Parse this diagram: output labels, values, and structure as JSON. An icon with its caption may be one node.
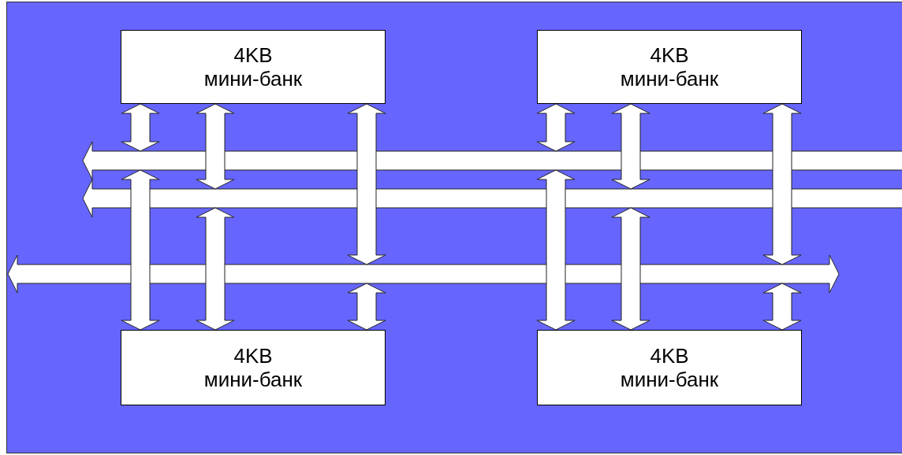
{
  "diagram": {
    "nodes": [
      {
        "text": [
          "4KB",
          "мини-банк"
        ]
      },
      {
        "text": [
          "4KB",
          "мини-банк"
        ]
      },
      {
        "text": [
          "4KB",
          "мини-банк"
        ]
      },
      {
        "text": [
          "4KB",
          "мини-банк"
        ]
      },
      {
        "text": [],
        "shape": "bar"
      },
      {
        "text": [],
        "shape": "bar"
      },
      {
        "text": [],
        "shape": "bar"
      }
    ],
    "edges": [
      {
        "from": 0,
        "to": 4,
        "arrow": "both"
      },
      {
        "from": 0,
        "to": 5,
        "arrow": "both"
      },
      {
        "from": 0,
        "to": 6,
        "arrow": "both"
      },
      {
        "from": 1,
        "to": 4,
        "arrow": "both"
      },
      {
        "from": 1,
        "to": 5,
        "arrow": "both"
      },
      {
        "from": 1,
        "to": 6,
        "arrow": "both"
      },
      {
        "from": 4,
        "to": 2,
        "arrow": "both"
      },
      {
        "from": 5,
        "to": 2,
        "arrow": "both"
      },
      {
        "from": 6,
        "to": 2,
        "arrow": "both"
      },
      {
        "from": 4,
        "to": 3,
        "arrow": "both"
      },
      {
        "from": 5,
        "to": 3,
        "arrow": "both"
      },
      {
        "from": 6,
        "to": 3,
        "arrow": "both"
      }
    ]
  }
}
